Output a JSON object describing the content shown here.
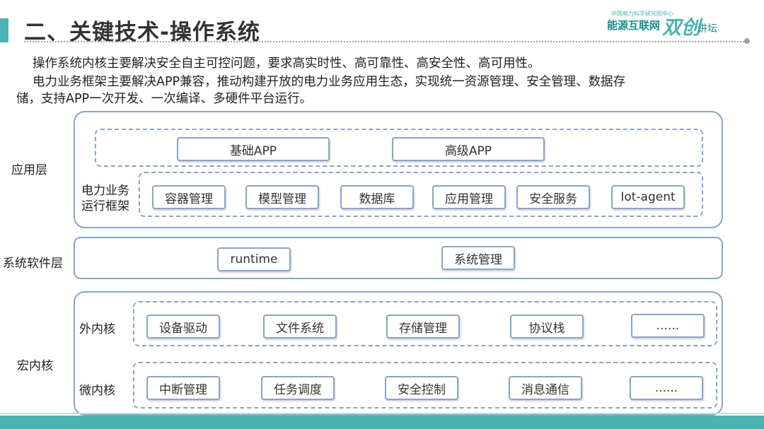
{
  "header": {
    "title": "二、关键技术-操作系统"
  },
  "logo": {
    "small_text": "中国电力科学研究院中心",
    "name": "能源互联网",
    "highlight": "双创",
    "suffix": "讲坛"
  },
  "intro": {
    "line1": "操作系统内核主要解决安全自主可控问题，要求高实时性、高可靠性、高安全性、高可用性。",
    "line2": "电力业务框架主要解决APP兼容，推动构建开放的电力业务应用生态，实现统一资源管理、安全管理、数据存",
    "line3": "储，支持APP一次开发、一次编译、多硬件平台运行。"
  },
  "diagram": {
    "app_layer": {
      "label": "应用层",
      "apps": [
        "基础APP",
        "高级APP"
      ],
      "framework_label_line1": "电力业务",
      "framework_label_line2": "运行框架",
      "framework_items": [
        "容器管理",
        "模型管理",
        "数据库",
        "应用管理",
        "安全服务",
        "Iot-agent"
      ]
    },
    "system_layer": {
      "label": "系统软件层",
      "items": [
        "runtime",
        "系统管理"
      ]
    },
    "kernel_layer": {
      "label": "宏内核",
      "outer_label": "外内核",
      "outer_items": [
        "设备驱动",
        "文件系统",
        "存储管理",
        "协议栈",
        "......"
      ],
      "micro_label": "微内核",
      "micro_items": [
        "中断管理",
        "任务调度",
        "安全控制",
        "消息通信",
        "......"
      ]
    }
  },
  "colors": {
    "accent": "#4bb3b0",
    "border": "#8aa4c8"
  }
}
